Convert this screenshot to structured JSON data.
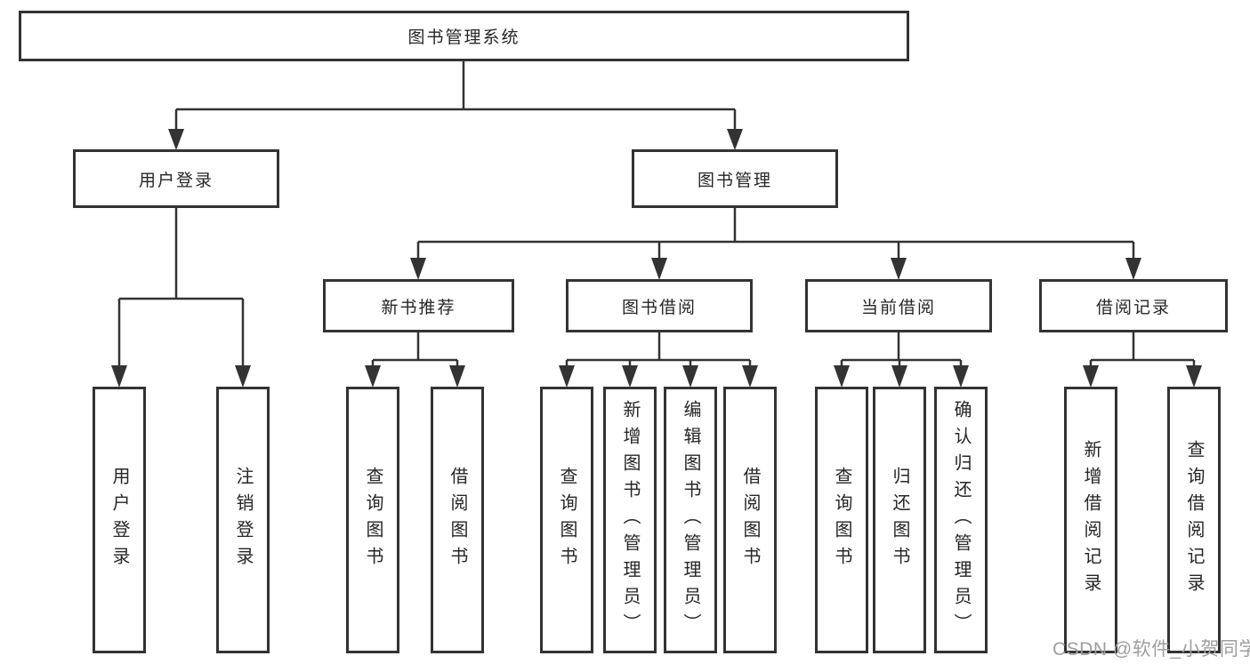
{
  "tree": {
    "label": "图书管理系统",
    "children": [
      {
        "label": "用户登录",
        "children": [
          {
            "label": "用户登录"
          },
          {
            "label": "注销登录"
          }
        ]
      },
      {
        "label": "图书管理",
        "children": [
          {
            "label": "新书推荐",
            "children": [
              {
                "label": "查询图书"
              },
              {
                "label": "借阅图书"
              }
            ]
          },
          {
            "label": "图书借阅",
            "children": [
              {
                "label": "查询图书"
              },
              {
                "label": "新增图书（管理员）"
              },
              {
                "label": "编辑图书（管理员）"
              },
              {
                "label": "借阅图书"
              }
            ]
          },
          {
            "label": "当前借阅",
            "children": [
              {
                "label": "查询图书"
              },
              {
                "label": "归还图书"
              },
              {
                "label": "确认归还（管理员）"
              }
            ]
          },
          {
            "label": "借阅记录",
            "children": [
              {
                "label": "新增借阅记录"
              },
              {
                "label": "查询借阅记录"
              }
            ]
          }
        ]
      }
    ]
  },
  "watermark": {
    "text": "CSDN @软件_小贺同学"
  },
  "colors": {
    "line": "#333333",
    "border": "#333333",
    "text": "#262626",
    "background": "#ffffff",
    "watermark": "#9e9e9e"
  }
}
